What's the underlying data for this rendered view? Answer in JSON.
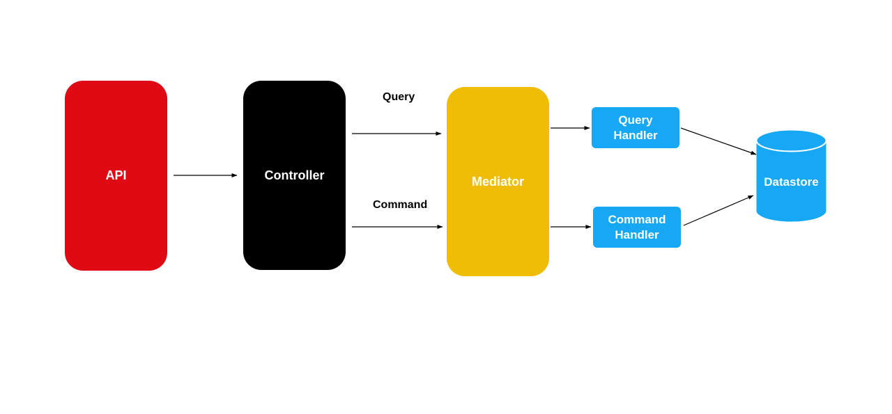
{
  "colors": {
    "api": "#df0a14",
    "controller": "#000000",
    "mediator": "#f0bd06",
    "handler": "#16a8f5",
    "datastore": "#16a8f5",
    "edge": "#000000"
  },
  "nodes": {
    "api": "API",
    "controller": "Controller",
    "mediator": "Mediator",
    "query_handler": [
      "Query",
      "Handler"
    ],
    "command_handler": [
      "Command",
      "Handler"
    ],
    "datastore": "Datastore"
  },
  "edge_labels": {
    "query": "Query",
    "command": "Command"
  },
  "edges": [
    {
      "from": "API",
      "to": "Controller"
    },
    {
      "from": "Controller",
      "to": "Mediator",
      "label": "Query"
    },
    {
      "from": "Controller",
      "to": "Mediator",
      "label": "Command"
    },
    {
      "from": "Mediator",
      "to": "Query Handler"
    },
    {
      "from": "Mediator",
      "to": "Command Handler"
    },
    {
      "from": "Query Handler",
      "to": "Datastore"
    },
    {
      "from": "Command Handler",
      "to": "Datastore"
    }
  ]
}
